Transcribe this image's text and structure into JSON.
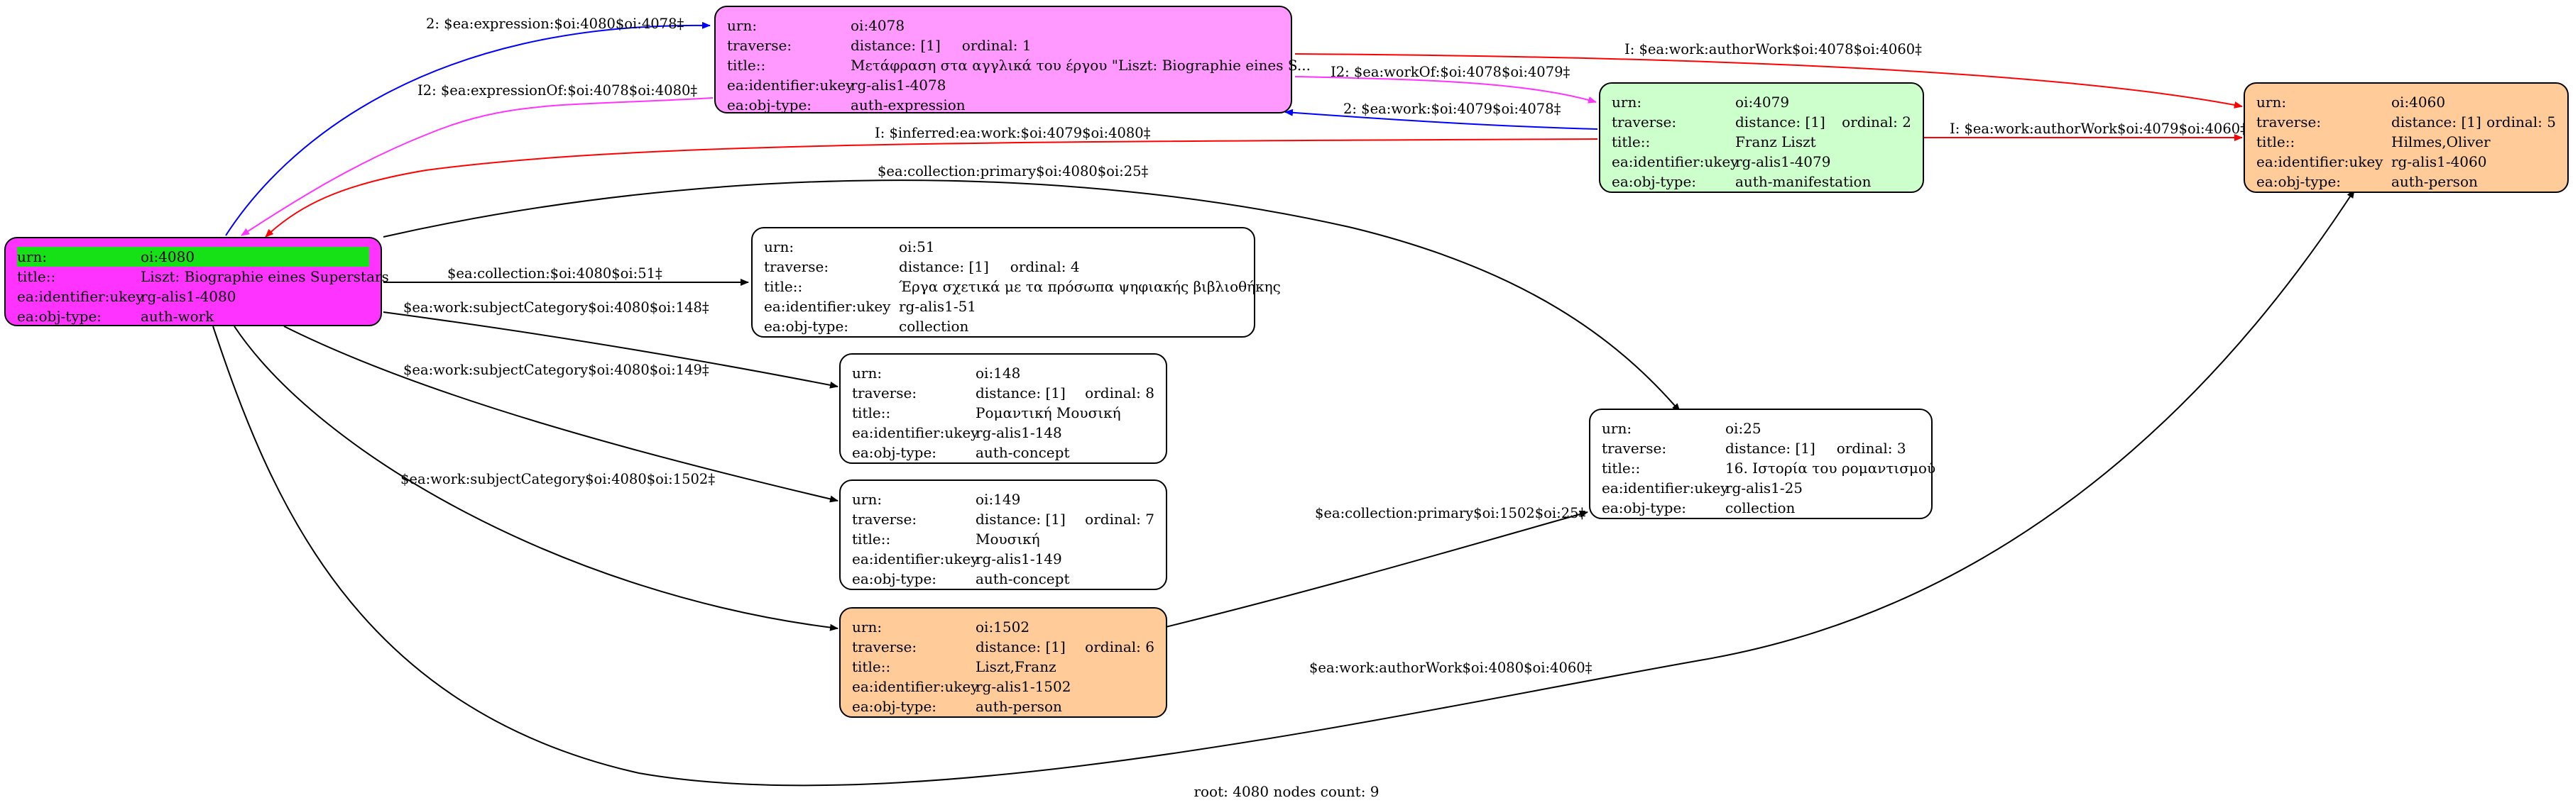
{
  "colors": {
    "expression": "#ff99ff",
    "work": "#ff33ff",
    "manifestation": "#ccffcc",
    "person": "#ffcc99",
    "plain": "#ffffff",
    "highlight": "#16e016",
    "edge_blue": "#0000ff",
    "edge_magenta": "#ff33ff",
    "edge_red": "#ff0000",
    "edge_black": "#000000"
  },
  "nodes": {
    "n4078": {
      "urn_k": "urn:",
      "urn_v": "oi:4078",
      "trav_k": "traverse:",
      "dist": "distance: [1]",
      "ord": "ordinal: 1",
      "title_k": "title::",
      "title_v": "Μετάφραση στα αγγλικά του έργου \"Liszt: Biographie eines S...",
      "ident_k": "ea:identifier:ukey",
      "ident_v": "rg-alis1-4078",
      "type_k": "ea:obj-type:",
      "type_v": "auth-expression"
    },
    "n4079": {
      "urn_k": "urn:",
      "urn_v": "oi:4079",
      "trav_k": "traverse:",
      "dist": "distance: [1]",
      "ord": "ordinal: 2",
      "title_k": "title::",
      "title_v": "Franz Liszt",
      "ident_k": "ea:identifier:ukey",
      "ident_v": "rg-alis1-4079",
      "type_k": "ea:obj-type:",
      "type_v": "auth-manifestation"
    },
    "n4060": {
      "urn_k": "urn:",
      "urn_v": "oi:4060",
      "trav_k": "traverse:",
      "dist": "distance: [1]",
      "ord": "ordinal: 5",
      "title_k": "title::",
      "title_v": "Hilmes,Oliver",
      "ident_k": "ea:identifier:ukey",
      "ident_v": "rg-alis1-4060",
      "type_k": "ea:obj-type:",
      "type_v": "auth-person"
    },
    "n4080": {
      "urn_k": "urn:",
      "urn_v": "oi:4080",
      "title_k": "title::",
      "title_v": "Liszt: Biographie eines Superstars",
      "ident_k": "ea:identifier:ukey",
      "ident_v": "rg-alis1-4080",
      "type_k": "ea:obj-type:",
      "type_v": "auth-work"
    },
    "n51": {
      "urn_k": "urn:",
      "urn_v": "oi:51",
      "trav_k": "traverse:",
      "dist": "distance: [1]",
      "ord": "ordinal: 4",
      "title_k": "title::",
      "title_v": "Έργα σχετικά με τα πρόσωπα ψηφιακής βιβλιοθήκης",
      "ident_k": "ea:identifier:ukey",
      "ident_v": "rg-alis1-51",
      "type_k": "ea:obj-type:",
      "type_v": "collection"
    },
    "n148": {
      "urn_k": "urn:",
      "urn_v": "oi:148",
      "trav_k": "traverse:",
      "dist": "distance: [1]",
      "ord": "ordinal: 8",
      "title_k": "title::",
      "title_v": "Ρομαντική Μουσική",
      "ident_k": "ea:identifier:ukey",
      "ident_v": "rg-alis1-148",
      "type_k": "ea:obj-type:",
      "type_v": "auth-concept"
    },
    "n149": {
      "urn_k": "urn:",
      "urn_v": "oi:149",
      "trav_k": "traverse:",
      "dist": "distance: [1]",
      "ord": "ordinal: 7",
      "title_k": "title::",
      "title_v": "Μουσική",
      "ident_k": "ea:identifier:ukey",
      "ident_v": "rg-alis1-149",
      "type_k": "ea:obj-type:",
      "type_v": "auth-concept"
    },
    "n1502": {
      "urn_k": "urn:",
      "urn_v": "oi:1502",
      "trav_k": "traverse:",
      "dist": "distance: [1]",
      "ord": "ordinal: 6",
      "title_k": "title::",
      "title_v": "Liszt,Franz",
      "ident_k": "ea:identifier:ukey",
      "ident_v": "rg-alis1-1502",
      "type_k": "ea:obj-type:",
      "type_v": "auth-person"
    },
    "n25": {
      "urn_k": "urn:",
      "urn_v": "oi:25",
      "trav_k": "traverse:",
      "dist": "distance: [1]",
      "ord": "ordinal: 3",
      "title_k": "title::",
      "title_v": "16. Ιστορία του ρομαντισμού",
      "ident_k": "ea:identifier:ukey",
      "ident_v": "rg-alis1-25",
      "type_k": "ea:obj-type:",
      "type_v": "collection"
    }
  },
  "edges": {
    "e1": "2: $ea:expression:$oi:4080$oi:4078‡",
    "e2": "I2: $ea:expressionOf:$oi:4078$oi:4080‡",
    "e3": "I: $ea:work:authorWork$oi:4078$oi:4060‡",
    "e4": "I2: $ea:workOf:$oi:4078$oi:4079‡",
    "e5": "2: $ea:work:$oi:4079$oi:4078‡",
    "e6": "I: $inferred:ea:work:$oi:4079$oi:4080‡",
    "e7": "I: $ea:work:authorWork$oi:4079$oi:4060‡",
    "e8": "$ea:collection:primary$oi:4080$oi:25‡",
    "e9": "$ea:collection:$oi:4080$oi:51‡",
    "e10": "$ea:work:subjectCategory$oi:4080$oi:148‡",
    "e11": "$ea:work:subjectCategory$oi:4080$oi:149‡",
    "e12": "$ea:work:subjectCategory$oi:4080$oi:1502‡",
    "e13": "$ea:collection:primary$oi:1502$oi:25‡",
    "e14": "$ea:work:authorWork$oi:4080$oi:4060‡"
  },
  "footer": "root: 4080 nodes count: 9"
}
